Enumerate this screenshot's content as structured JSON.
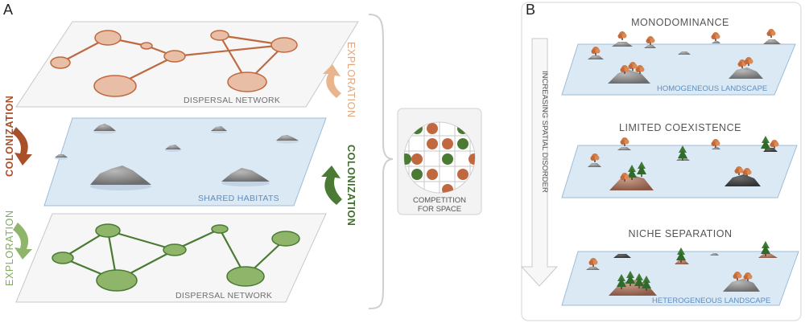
{
  "panel_a": {
    "letter": "A",
    "top_plane_label": "DISPERSAL NETWORK",
    "middle_plane_label": "SHARED HABITATS",
    "bottom_plane_label": "DISPERSAL NETWORK",
    "left_top_label": "COLONIZATION",
    "left_bottom_label": "EXPLORATION",
    "right_top_label": "EXPLORATION",
    "right_bottom_label": "COLONIZATION",
    "competition_line1": "COMPETITION",
    "competition_line2": "FOR SPACE"
  },
  "panel_b": {
    "letter": "B",
    "title_1": "MONODOMINANCE",
    "title_2": "LIMITED COEXISTENCE",
    "title_3": "NICHE SEPARATION",
    "landscape_1": "HOMOGENEOUS LANDSCAPE",
    "landscape_3": "HETEROGENEOUS LANDSCAPE",
    "axis_label": "INCREASING SPATIAL DISORDER"
  },
  "colors": {
    "orange": "#c0683f",
    "orange_fill": "#e8bfa6",
    "green": "#4a7a33",
    "green_fill": "#8fb56b",
    "blue_plane": "#dbe9f5",
    "blue_label": "#5b8ec2"
  }
}
